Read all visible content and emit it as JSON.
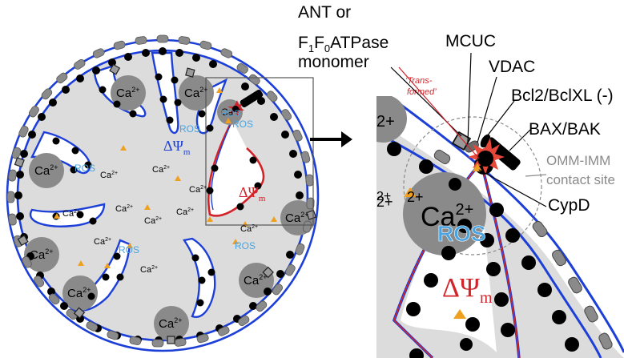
{
  "labels": {
    "ca_text": "Ca",
    "ca_sup": "2+",
    "ros": "ROS",
    "delta_psi": "ΔΨ",
    "m_sub": "m",
    "ant_line1": "ANT or",
    "ant_f": "F",
    "ant_sub1": "1",
    "ant_f2": "F",
    "ant_sub0": "0",
    "ant_atpase": "ATPase",
    "ant_line3": "monomer",
    "transformed_line1": "‘Trans-",
    "transformed_line2": "formed’",
    "mcuc": "MCUC",
    "vdac": "VDAC",
    "bcl2": "Bcl2/BclXL (-)",
    "bax": "BAX/BAK",
    "omm_line1": "OMM-IMM",
    "omm_line2": "contact site",
    "cypd": "CypD"
  },
  "colors": {
    "membrane_blue": "#1c3fd8",
    "transformed_red": "#d2232a",
    "matrix_gray": "#dcdcdc",
    "calcium_gray": "#8a8a8a",
    "ros_blue": "#4aa3e0",
    "triangle_orange": "#f0a020",
    "contact_gray": "#8a8a8a"
  }
}
